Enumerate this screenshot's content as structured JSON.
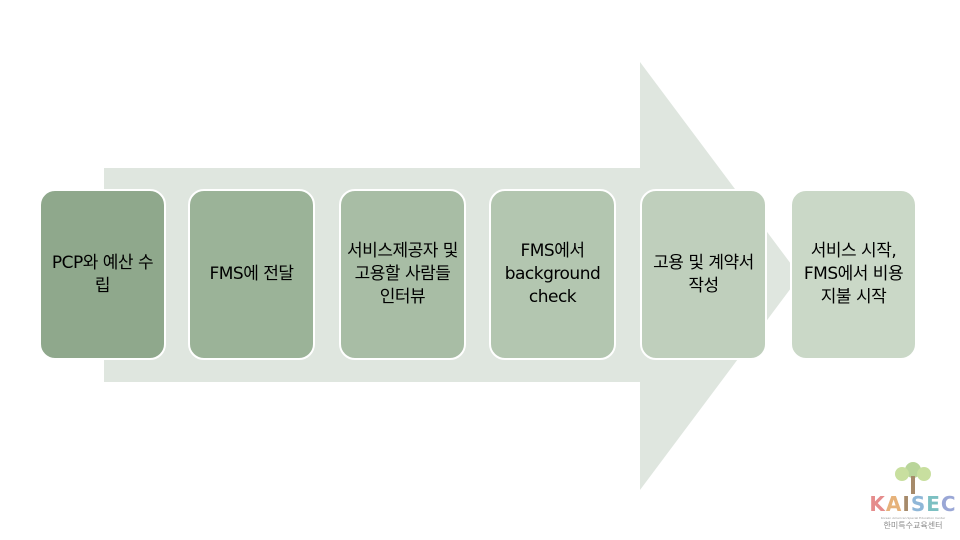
{
  "steps": [
    {
      "label": "PCP와 예산 수립",
      "color": "#8fa88c"
    },
    {
      "label": "FMS에 전달",
      "color": "#9bb398"
    },
    {
      "label": "서비스제공자 및 고용할 사람들 인터뷰",
      "color": "#a8bda5"
    },
    {
      "label": "FMS에서 background check",
      "color": "#b3c6b0"
    },
    {
      "label": "고용 및 계약서 작성",
      "color": "#bfcfbc"
    },
    {
      "label": "서비스 시작, FMS에서 비용 지불 시작",
      "color": "#cad8c7"
    }
  ],
  "arrow_color": "#dfe6df",
  "logo": {
    "name": "KAISEC",
    "subtitle": "Korean American Special Education Center",
    "korean": "한미특수교육센터"
  }
}
